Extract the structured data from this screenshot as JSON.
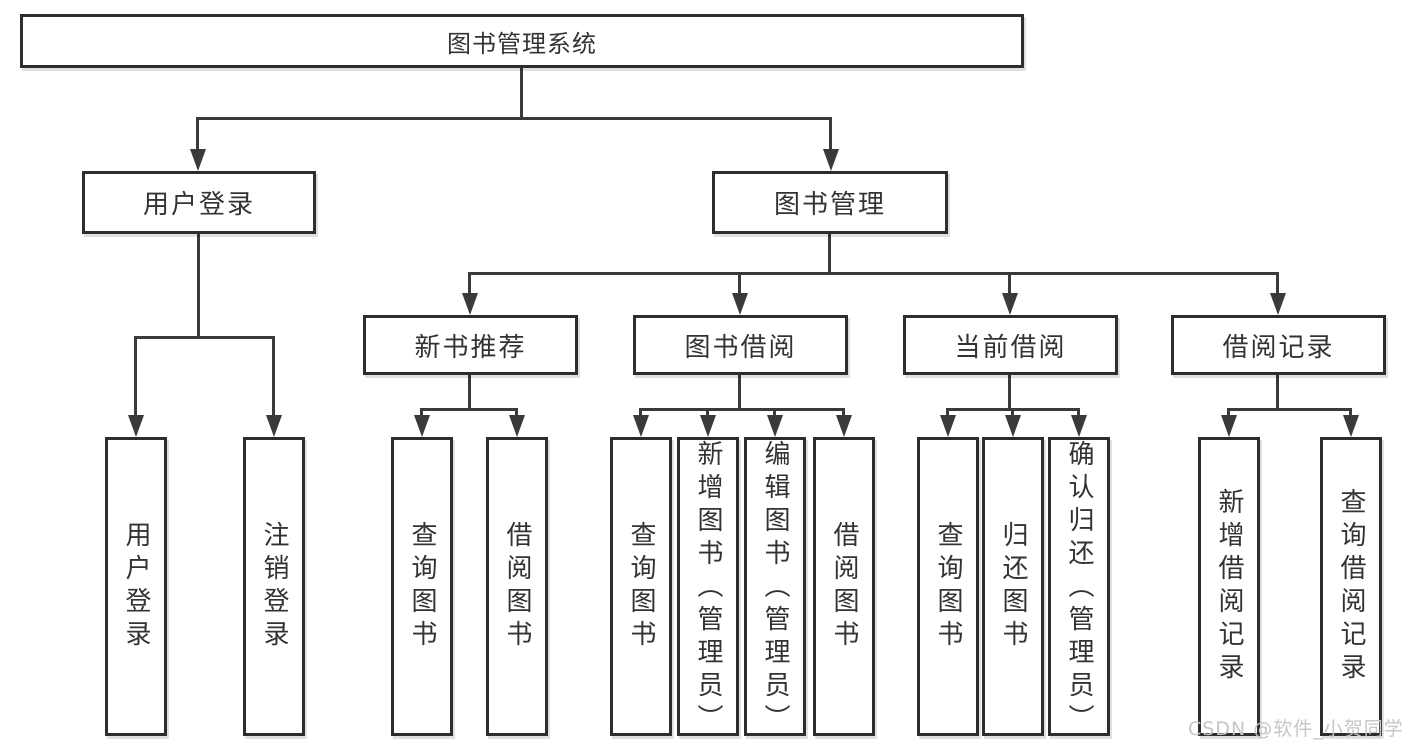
{
  "tree": {
    "root": {
      "label": "图书管理系统",
      "children": [
        {
          "label": "用户登录",
          "children": [
            {
              "label": "用户登录"
            },
            {
              "label": "注销登录"
            }
          ]
        },
        {
          "label": "图书管理",
          "children": [
            {
              "label": "新书推荐",
              "children": [
                {
                  "label": "查询图书"
                },
                {
                  "label": "借阅图书"
                }
              ]
            },
            {
              "label": "图书借阅",
              "children": [
                {
                  "label": "查询图书"
                },
                {
                  "label": "新增图书（管理员）"
                },
                {
                  "label": "编辑图书（管理员）"
                },
                {
                  "label": "借阅图书"
                }
              ]
            },
            {
              "label": "当前借阅",
              "children": [
                {
                  "label": "查询图书"
                },
                {
                  "label": "归还图书"
                },
                {
                  "label": "确认归还（管理员）"
                }
              ]
            },
            {
              "label": "借阅记录",
              "children": [
                {
                  "label": "新增借阅记录"
                },
                {
                  "label": "查询借阅记录"
                }
              ]
            }
          ]
        }
      ]
    }
  },
  "watermark": {
    "text": "CSDN @软件_小贺同学"
  },
  "colors": {
    "line": "#3a3a3a",
    "box_border": "#2d2d2d",
    "text": "#333333",
    "background": "#ffffff",
    "watermark": "#c6c6c6"
  }
}
